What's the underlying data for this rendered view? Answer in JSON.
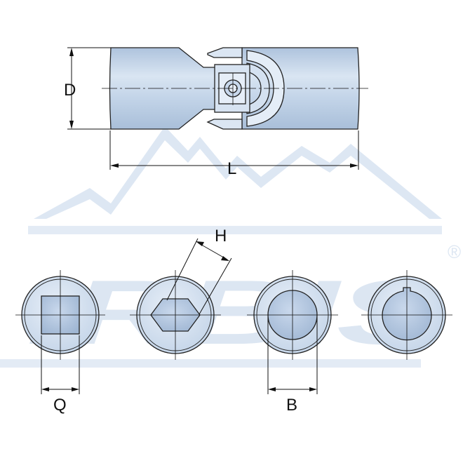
{
  "watermark": {
    "brand": "IRBIS",
    "registered_mark": "®"
  },
  "dimensions": {
    "diameter": "D",
    "length": "L",
    "hex_size": "H",
    "square_size": "Q",
    "bore_size": "B"
  },
  "colors": {
    "part_fill": "#c7d7ea",
    "part_fill_light": "#e4edf7",
    "watermark": "#dce6f2",
    "line": "#111111"
  },
  "end_views": [
    {
      "bore_type": "square"
    },
    {
      "bore_type": "hex"
    },
    {
      "bore_type": "round"
    },
    {
      "bore_type": "round-keyway"
    }
  ]
}
